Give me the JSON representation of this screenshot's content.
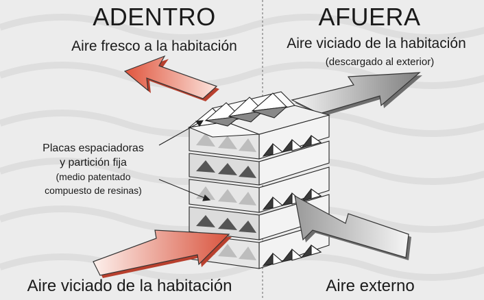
{
  "inside": {
    "heading": "ADENTRO",
    "caption": "Aire fresco a la habitación"
  },
  "outside": {
    "heading": "AFUERA",
    "caption": "Aire viciado de la habitación",
    "sub_caption": "(descargado al exterior)"
  },
  "core_label": {
    "line1": "Placas espaciadoras",
    "line2": "y partición fija",
    "line3": "(medio patentado",
    "line4": "compuesto de resinas)"
  },
  "bottom": {
    "left": "Aire viciado de la habitación",
    "right": "Aire externo"
  },
  "colors": {
    "warm_arrow": "#d9553f",
    "cool_arrow": "#8c8c8c",
    "background": "#ececec"
  }
}
